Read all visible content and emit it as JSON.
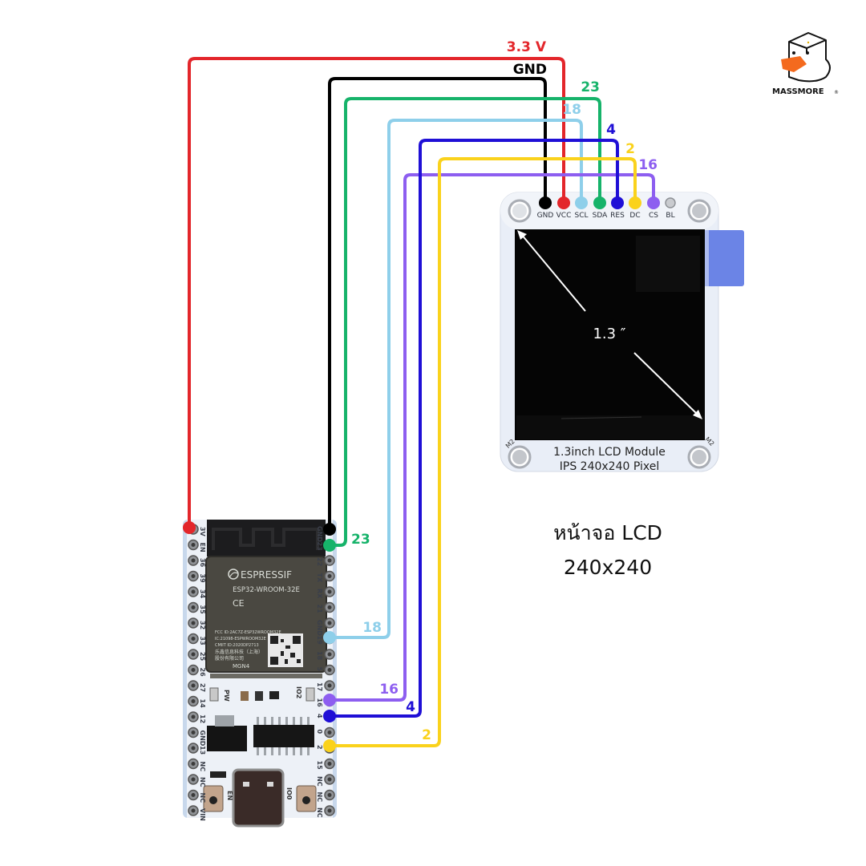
{
  "logo": {
    "brand": "MASSMORE",
    "suffix": "®"
  },
  "lcd_module": {
    "title_line1": "1.3inch LCD Module",
    "title_line2": "IPS 240x240 Pixel",
    "diagonal_label": "1.3 ″",
    "corner_marks": [
      "M2",
      "M2"
    ],
    "pins": [
      {
        "name": "GND",
        "color": "#000000",
        "connected": true
      },
      {
        "name": "VCC",
        "color": "#e3262b",
        "connected": true
      },
      {
        "name": "SCL",
        "color": "#8ecfea",
        "connected": true
      },
      {
        "name": "SDA",
        "color": "#16b36a",
        "connected": true
      },
      {
        "name": "RES",
        "color": "#1f0fd6",
        "connected": true
      },
      {
        "name": "DC",
        "color": "#fad21c",
        "connected": true
      },
      {
        "name": "CS",
        "color": "#8d5ef0",
        "connected": true
      },
      {
        "name": "BL",
        "color": "#b9bcc2",
        "connected": false
      }
    ]
  },
  "caption": {
    "line1": "หน้าจอ LCD",
    "line2": "240x240"
  },
  "esp32_board": {
    "module_brand": "ESPRESSIF",
    "module_model": "ESP32-WROOM-32E",
    "module_lines": [
      "FCC ID:2AC7Z-ESP32WROOM32E",
      "IC:21098-ESPWROOM32E",
      "CMIIT ID:2020DP2713",
      "乐鑫信息科技（上海）",
      "股份有限公司"
    ],
    "module_code": "MGN4",
    "left_pins": [
      "3V",
      "EN",
      "36",
      "39",
      "34",
      "35",
      "32",
      "33",
      "25",
      "26",
      "27",
      "14",
      "12",
      "GND",
      "13",
      "NC",
      "NC",
      "NC",
      "VIN"
    ],
    "right_pins": [
      "GND",
      "23",
      "22",
      "TX",
      "RX",
      "21",
      "GND",
      "19",
      "18",
      "5",
      "17",
      "16",
      "4",
      "0",
      "2",
      "15",
      "NC",
      "NC",
      "NC"
    ],
    "buttons": [
      "EN",
      "IO0"
    ],
    "leds": [
      "PW",
      "IO2"
    ]
  },
  "wires": [
    {
      "id": "vcc",
      "label": "3.3 V",
      "color": "#e3262b",
      "from_board_pin": "3V",
      "to_lcd_pin": "VCC",
      "board_label": ""
    },
    {
      "id": "gnd",
      "label": "GND",
      "color": "#000000",
      "from_board_pin": "GND",
      "to_lcd_pin": "GND",
      "board_label": ""
    },
    {
      "id": "sda",
      "label": "23",
      "color": "#16b36a",
      "from_board_pin": "23",
      "to_lcd_pin": "SDA",
      "board_label": "23"
    },
    {
      "id": "scl",
      "label": "18",
      "color": "#8ecfea",
      "from_board_pin": "19",
      "to_lcd_pin": "SCL",
      "board_label": "18"
    },
    {
      "id": "res",
      "label": "4",
      "color": "#1f0fd6",
      "from_board_pin": "4",
      "to_lcd_pin": "RES",
      "board_label": "4"
    },
    {
      "id": "dc",
      "label": "2",
      "color": "#fad21c",
      "from_board_pin": "2",
      "to_lcd_pin": "DC",
      "board_label": "2"
    },
    {
      "id": "cs",
      "label": "16",
      "color": "#8d5ef0",
      "from_board_pin": "16",
      "to_lcd_pin": "CS",
      "board_label": "16"
    }
  ]
}
